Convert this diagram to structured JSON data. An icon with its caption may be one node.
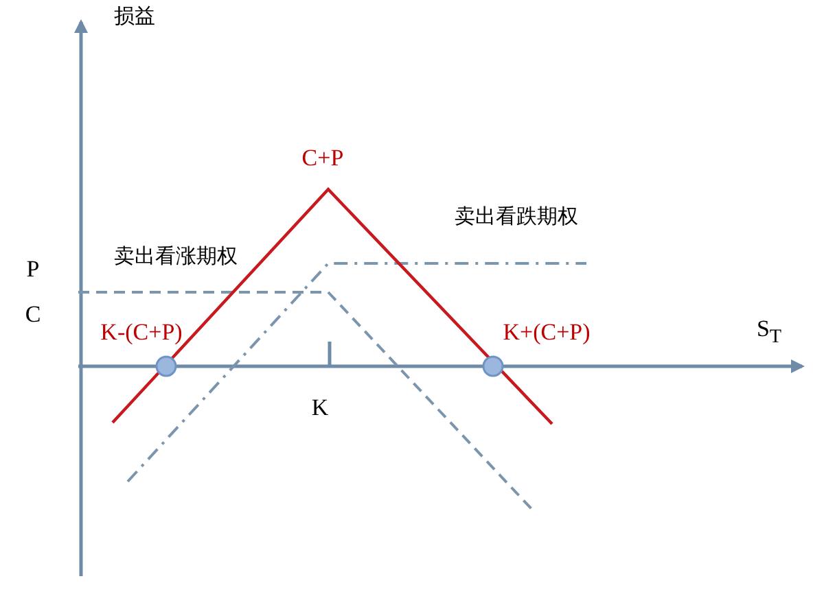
{
  "diagram": {
    "labels": [
      "损益",
      "C+P",
      "卖出看跌期权",
      "卖出看涨期权",
      "P",
      "C",
      "K-(C+P)",
      "K+(C+P)",
      "S$_{T}$",
      "K"
    ]
  }
}
